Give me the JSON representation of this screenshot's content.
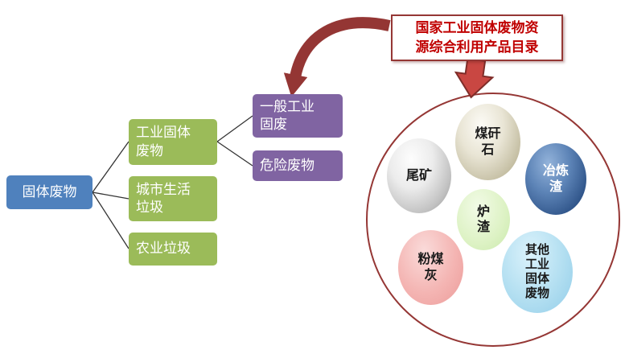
{
  "root_box": {
    "label": "固体废物",
    "color": "#4f81bd"
  },
  "level2_boxes": [
    {
      "label": "工业固体\n废物",
      "color": "#9bbb59"
    },
    {
      "label": "城市生活\n垃圾",
      "color": "#9bbb59"
    },
    {
      "label": "农业垃圾",
      "color": "#9bbb59"
    }
  ],
  "level3_boxes": [
    {
      "label": "一般工业\n固废",
      "color": "#8064a2"
    },
    {
      "label": "危险废物",
      "color": "#8064a2"
    }
  ],
  "catalog_box": {
    "label": "国家工业固体废物资\n源综合利用产品目录",
    "text_color": "#c00000",
    "border_color": "#953735"
  },
  "circle_group": {
    "border_color": "#953735",
    "items": [
      {
        "label": "尾矿",
        "color": "#c2c2c2"
      },
      {
        "label": "煤矸\n石",
        "color": "#c6c0a5"
      },
      {
        "label": "冶炼\n渣",
        "color": "#2f5489"
      },
      {
        "label": "炉\n渣",
        "color": "#ddf2c4"
      },
      {
        "label": "粉煤\n灰",
        "color": "#f4b5b3"
      },
      {
        "label": "其他\n工业\n固体\n废物",
        "color": "#b3dff1"
      }
    ]
  },
  "arrows": {
    "curved_arrow_color": "#943634",
    "down_arrow_color": "#c94742",
    "connector_color": "#333333"
  }
}
